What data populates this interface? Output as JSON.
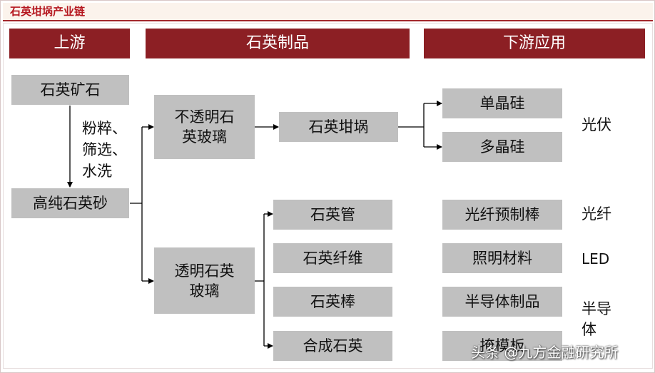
{
  "title": "石英坩埚产业链",
  "headers": {
    "upstream": "上游",
    "products": "石英制品",
    "downstream": "下游应用"
  },
  "upstream": {
    "ore": "石英矿石",
    "process_1": "粉粹、",
    "process_2": "筛选、",
    "process_3": "水洗",
    "sand": "高纯石英砂"
  },
  "glass": {
    "opaque_1": "不透明石",
    "opaque_2": "英玻璃",
    "transparent_1": "透明石英",
    "transparent_2": "玻璃"
  },
  "products": {
    "crucible": "石英坩埚",
    "tube": "石英管",
    "fiber": "石英纤维",
    "rod": "石英棒",
    "synthetic": "合成石英"
  },
  "downstream": {
    "mono": "单晶硅",
    "poly": "多晶硅",
    "preform": "光纤预制棒",
    "lighting": "照明材料",
    "semi_products": "半导体制品",
    "mask": "掩模板"
  },
  "fields": {
    "pv": "光伏",
    "optical_fiber": "光纤",
    "led": "LED",
    "semi_1": "半导",
    "semi_2": "体"
  },
  "watermark": "头条 @九方金融研究所"
}
